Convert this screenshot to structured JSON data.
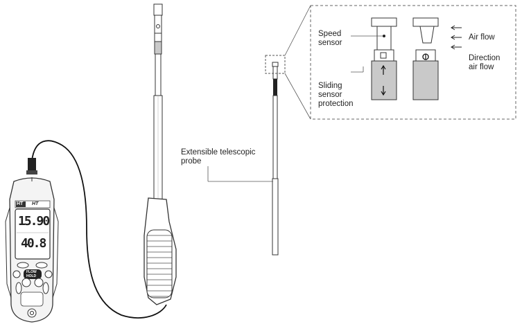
{
  "labels": {
    "speed_sensor_1": "Speed",
    "speed_sensor_2": "sensor",
    "air_flow": "Air flow",
    "direction_1": "Direction",
    "direction_2": "air flow",
    "sliding_1": "Sliding",
    "sliding_2": "sensor",
    "sliding_3": "protection",
    "telescopic_1": "Extensible telescopic",
    "telescopic_2": "probe"
  },
  "meter": {
    "brand": "HT",
    "model": "HT",
    "reading_top": "15.90",
    "reading_bottom": "40.8",
    "buttons": {
      "flow": "FLOW",
      "hold": "HOLD"
    }
  },
  "colors": {
    "sensor_protection": "#c9c9c9",
    "line": "#555555",
    "cable": "#111111"
  }
}
